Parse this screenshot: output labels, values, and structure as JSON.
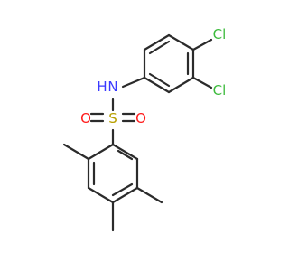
{
  "atoms": {
    "cl_top": "Cl",
    "cl_right": "Cl",
    "n": "N",
    "h": "H",
    "s": "S",
    "o_left": "O",
    "o_right": "O"
  },
  "colors": {
    "bond": "#2b2b2b",
    "chlorine": "#3dbb3d",
    "nitrogen": "#3a3aff",
    "sulfur": "#b8a000",
    "oxygen": "#ff1a1a"
  }
}
